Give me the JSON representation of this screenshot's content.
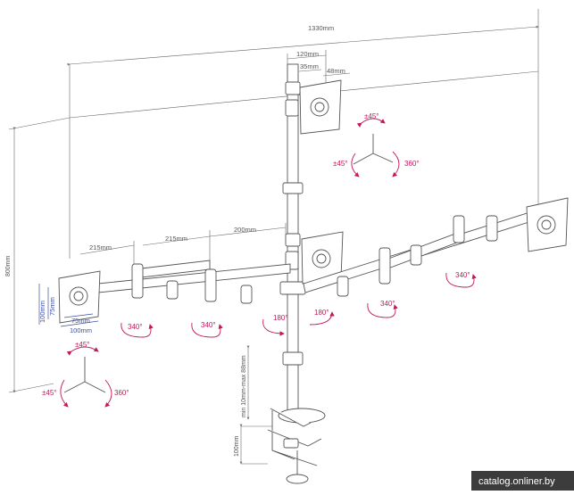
{
  "dimensions": {
    "total_width": "1330mm",
    "total_height": "800mm",
    "top_width": "120mm",
    "top_inner": "35mm",
    "top_arm": "48mm",
    "arm_segment_1": "215mm",
    "arm_segment_2": "215mm",
    "arm_segment_3": "200mm",
    "clamp_range": "min 10mm-max 88mm",
    "clamp_depth": "100mm"
  },
  "vesa": {
    "outer_horizontal": "100mm",
    "inner_horizontal": "75mm",
    "outer_vertical": "100mm",
    "inner_vertical": "75mm"
  },
  "rotations": {
    "top_tilt": "±45°",
    "top_swivel_left": "±45°",
    "top_rotate": "360°",
    "left_tilt": "±45°",
    "left_swivel": "±45°",
    "left_rotate": "360°",
    "arm_left_outer": "340°",
    "arm_left_inner": "340°",
    "center_left": "180°",
    "center_right": "180°",
    "arm_right_inner": "340°",
    "arm_right_outer": "340°"
  },
  "watermark": "catalog.onliner.by",
  "colors": {
    "line": "#555555",
    "accent": "#c2185b",
    "vesa": "#3a4fa8",
    "watermark_bg": "#1a1a1a"
  }
}
